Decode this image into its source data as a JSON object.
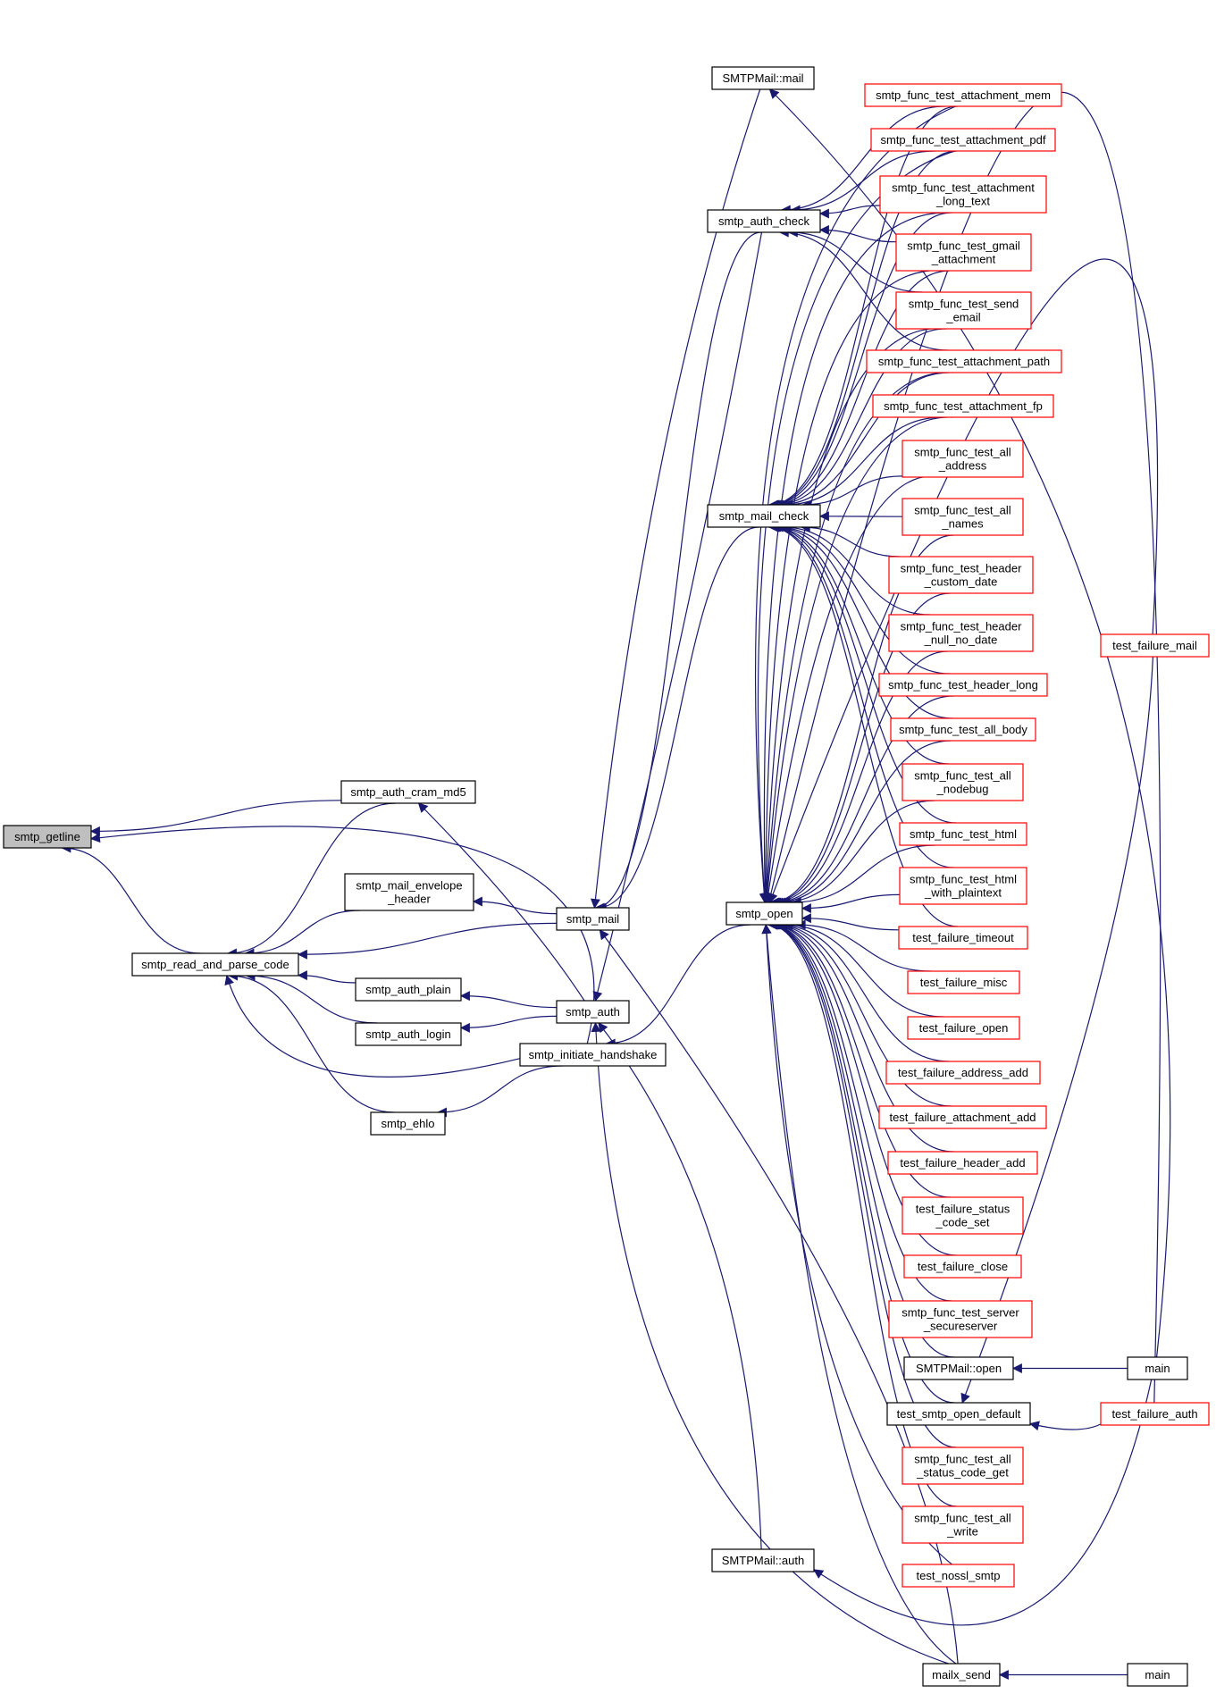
{
  "diagram": {
    "colors": {
      "edge": "#191970",
      "focus_fill": "#bfbfbf",
      "node_border": "#000000",
      "truncated_border": "#ff0000",
      "node_fill": "#ffffff"
    },
    "nodes": [
      {
        "id": "smtp_getline",
        "lines": [
          "smtp_getline"
        ],
        "style": "focus"
      },
      {
        "id": "smtp_auth_cram_md5",
        "lines": [
          "smtp_auth_cram_md5"
        ],
        "style": "normal"
      },
      {
        "id": "smtp_read_and_parse_code",
        "lines": [
          "smtp_read_and_parse_code"
        ],
        "style": "normal"
      },
      {
        "id": "smtp_initiate_handshake",
        "lines": [
          "smtp_initiate_handshake"
        ],
        "style": "normal"
      },
      {
        "id": "smtp_mail_envelope_header",
        "lines": [
          "smtp_mail_envelope",
          "_header"
        ],
        "style": "normal"
      },
      {
        "id": "smtp_auth_plain",
        "lines": [
          "smtp_auth_plain"
        ],
        "style": "normal"
      },
      {
        "id": "smtp_auth_login",
        "lines": [
          "smtp_auth_login"
        ],
        "style": "normal"
      },
      {
        "id": "smtp_ehlo",
        "lines": [
          "smtp_ehlo"
        ],
        "style": "normal"
      },
      {
        "id": "smtp_mail",
        "lines": [
          "smtp_mail"
        ],
        "style": "normal"
      },
      {
        "id": "smtp_auth",
        "lines": [
          "smtp_auth"
        ],
        "style": "normal"
      },
      {
        "id": "SMTPMail_mail",
        "lines": [
          "SMTPMail::mail"
        ],
        "style": "normal"
      },
      {
        "id": "smtp_auth_check",
        "lines": [
          "smtp_auth_check"
        ],
        "style": "normal"
      },
      {
        "id": "smtp_mail_check",
        "lines": [
          "smtp_mail_check"
        ],
        "style": "normal"
      },
      {
        "id": "smtp_open",
        "lines": [
          "smtp_open"
        ],
        "style": "normal"
      },
      {
        "id": "SMTPMail_auth",
        "lines": [
          "SMTPMail::auth"
        ],
        "style": "normal"
      },
      {
        "id": "mailx_send",
        "lines": [
          "mailx_send"
        ],
        "style": "normal"
      },
      {
        "id": "t_att_mem",
        "lines": [
          "smtp_func_test_attachment_mem"
        ],
        "style": "truncated"
      },
      {
        "id": "t_att_pdf",
        "lines": [
          "smtp_func_test_attachment_pdf"
        ],
        "style": "truncated"
      },
      {
        "id": "t_att_long",
        "lines": [
          "smtp_func_test_attachment",
          "_long_text"
        ],
        "style": "truncated"
      },
      {
        "id": "t_gmail",
        "lines": [
          "smtp_func_test_gmail",
          "_attachment"
        ],
        "style": "truncated"
      },
      {
        "id": "t_send",
        "lines": [
          "smtp_func_test_send",
          "_email"
        ],
        "style": "truncated"
      },
      {
        "id": "t_att_path",
        "lines": [
          "smtp_func_test_attachment_path"
        ],
        "style": "truncated"
      },
      {
        "id": "t_att_fp",
        "lines": [
          "smtp_func_test_attachment_fp"
        ],
        "style": "truncated"
      },
      {
        "id": "t_all_addr",
        "lines": [
          "smtp_func_test_all",
          "_address"
        ],
        "style": "truncated"
      },
      {
        "id": "t_all_names",
        "lines": [
          "smtp_func_test_all",
          "_names"
        ],
        "style": "truncated"
      },
      {
        "id": "t_hdr_custom",
        "lines": [
          "smtp_func_test_header",
          "_custom_date"
        ],
        "style": "truncated"
      },
      {
        "id": "t_hdr_null",
        "lines": [
          "smtp_func_test_header",
          "_null_no_date"
        ],
        "style": "truncated"
      },
      {
        "id": "t_hdr_long",
        "lines": [
          "smtp_func_test_header_long"
        ],
        "style": "truncated"
      },
      {
        "id": "t_all_body",
        "lines": [
          "smtp_func_test_all_body"
        ],
        "style": "truncated"
      },
      {
        "id": "t_all_nodebug",
        "lines": [
          "smtp_func_test_all",
          "_nodebug"
        ],
        "style": "truncated"
      },
      {
        "id": "t_html",
        "lines": [
          "smtp_func_test_html"
        ],
        "style": "truncated"
      },
      {
        "id": "t_html_plain",
        "lines": [
          "smtp_func_test_html",
          "_with_plaintext"
        ],
        "style": "truncated"
      },
      {
        "id": "tf_timeout",
        "lines": [
          "test_failure_timeout"
        ],
        "style": "truncated"
      },
      {
        "id": "tf_misc",
        "lines": [
          "test_failure_misc"
        ],
        "style": "truncated"
      },
      {
        "id": "tf_open",
        "lines": [
          "test_failure_open"
        ],
        "style": "truncated"
      },
      {
        "id": "tf_addr_add",
        "lines": [
          "test_failure_address_add"
        ],
        "style": "truncated"
      },
      {
        "id": "tf_att_add",
        "lines": [
          "test_failure_attachment_add"
        ],
        "style": "truncated"
      },
      {
        "id": "tf_hdr_add",
        "lines": [
          "test_failure_header_add"
        ],
        "style": "truncated"
      },
      {
        "id": "tf_status",
        "lines": [
          "test_failure_status",
          "_code_set"
        ],
        "style": "truncated"
      },
      {
        "id": "tf_close",
        "lines": [
          "test_failure_close"
        ],
        "style": "truncated"
      },
      {
        "id": "t_server",
        "lines": [
          "smtp_func_test_server",
          "_secureserver"
        ],
        "style": "truncated"
      },
      {
        "id": "SMTPMail_open",
        "lines": [
          "SMTPMail::open"
        ],
        "style": "normal"
      },
      {
        "id": "t_open_default",
        "lines": [
          "test_smtp_open_default"
        ],
        "style": "normal"
      },
      {
        "id": "t_status_get",
        "lines": [
          "smtp_func_test_all",
          "_status_code_get"
        ],
        "style": "truncated"
      },
      {
        "id": "t_all_write",
        "lines": [
          "smtp_func_test_all",
          "_write"
        ],
        "style": "truncated"
      },
      {
        "id": "t_nossl",
        "lines": [
          "test_nossl_smtp"
        ],
        "style": "truncated"
      },
      {
        "id": "tf_mail",
        "lines": [
          "test_failure_mail"
        ],
        "style": "truncated"
      },
      {
        "id": "main1",
        "lines": [
          "main"
        ],
        "style": "normal"
      },
      {
        "id": "tf_auth",
        "lines": [
          "test_failure_auth"
        ],
        "style": "truncated"
      },
      {
        "id": "main2",
        "lines": [
          "main"
        ],
        "style": "normal"
      }
    ],
    "edges": [
      [
        "smtp_auth_cram_md5",
        "smtp_getline"
      ],
      [
        "smtp_initiate_handshake",
        "smtp_getline"
      ],
      [
        "smtp_read_and_parse_code",
        "smtp_getline"
      ],
      [
        "smtp_auth_cram_md5",
        "smtp_read_and_parse_code"
      ],
      [
        "smtp_mail_envelope_header",
        "smtp_read_and_parse_code"
      ],
      [
        "smtp_mail",
        "smtp_read_and_parse_code"
      ],
      [
        "smtp_auth_plain",
        "smtp_read_and_parse_code"
      ],
      [
        "smtp_auth_login",
        "smtp_read_and_parse_code"
      ],
      [
        "smtp_initiate_handshake",
        "smtp_read_and_parse_code"
      ],
      [
        "smtp_ehlo",
        "smtp_read_and_parse_code"
      ],
      [
        "smtp_auth",
        "smtp_auth_cram_md5"
      ],
      [
        "smtp_mail",
        "smtp_mail_envelope_header"
      ],
      [
        "smtp_auth",
        "smtp_auth_plain"
      ],
      [
        "smtp_auth",
        "smtp_auth_login"
      ],
      [
        "smtp_initiate_handshake",
        "smtp_ehlo"
      ],
      [
        "SMTPMail_mail",
        "smtp_mail"
      ],
      [
        "smtp_auth_check",
        "smtp_mail"
      ],
      [
        "smtp_mail_check",
        "smtp_mail"
      ],
      [
        "mailx_send",
        "smtp_mail"
      ],
      [
        "smtp_auth_check",
        "smtp_auth"
      ],
      [
        "SMTPMail_auth",
        "smtp_auth"
      ],
      [
        "mailx_send",
        "smtp_auth"
      ],
      [
        "smtp_open",
        "smtp_initiate_handshake"
      ],
      [
        "main1",
        "SMTPMail_mail"
      ],
      [
        "t_att_mem",
        "smtp_auth_check"
      ],
      [
        "t_att_pdf",
        "smtp_auth_check"
      ],
      [
        "t_att_long",
        "smtp_auth_check"
      ],
      [
        "t_gmail",
        "smtp_auth_check"
      ],
      [
        "t_send",
        "smtp_auth_check"
      ],
      [
        "t_att_path",
        "smtp_auth_check"
      ],
      [
        "t_att_fp",
        "smtp_mail_check"
      ],
      [
        "t_all_addr",
        "smtp_mail_check"
      ],
      [
        "t_all_names",
        "smtp_mail_check"
      ],
      [
        "t_hdr_custom",
        "smtp_mail_check"
      ],
      [
        "t_hdr_null",
        "smtp_mail_check"
      ],
      [
        "t_hdr_long",
        "smtp_mail_check"
      ],
      [
        "t_all_body",
        "smtp_mail_check"
      ],
      [
        "t_all_nodebug",
        "smtp_mail_check"
      ],
      [
        "t_html",
        "smtp_mail_check"
      ],
      [
        "t_html_plain",
        "smtp_mail_check"
      ],
      [
        "t_att_mem",
        "smtp_mail_check"
      ],
      [
        "t_att_pdf",
        "smtp_mail_check"
      ],
      [
        "t_att_long",
        "smtp_mail_check"
      ],
      [
        "t_gmail",
        "smtp_mail_check"
      ],
      [
        "t_send",
        "smtp_mail_check"
      ],
      [
        "t_att_path",
        "smtp_mail_check"
      ],
      [
        "tf_timeout",
        "smtp_mail_check"
      ],
      [
        "t_att_mem",
        "smtp_open"
      ],
      [
        "t_att_pdf",
        "smtp_open"
      ],
      [
        "t_att_long",
        "smtp_open"
      ],
      [
        "t_gmail",
        "smtp_open"
      ],
      [
        "t_send",
        "smtp_open"
      ],
      [
        "t_att_path",
        "smtp_open"
      ],
      [
        "t_att_fp",
        "smtp_open"
      ],
      [
        "t_all_addr",
        "smtp_open"
      ],
      [
        "t_all_names",
        "smtp_open"
      ],
      [
        "t_hdr_custom",
        "smtp_open"
      ],
      [
        "t_hdr_null",
        "smtp_open"
      ],
      [
        "t_hdr_long",
        "smtp_open"
      ],
      [
        "t_all_body",
        "smtp_open"
      ],
      [
        "t_all_nodebug",
        "smtp_open"
      ],
      [
        "t_html",
        "smtp_open"
      ],
      [
        "t_html_plain",
        "smtp_open"
      ],
      [
        "tf_timeout",
        "smtp_open"
      ],
      [
        "tf_misc",
        "smtp_open"
      ],
      [
        "tf_open",
        "smtp_open"
      ],
      [
        "tf_addr_add",
        "smtp_open"
      ],
      [
        "tf_att_add",
        "smtp_open"
      ],
      [
        "tf_hdr_add",
        "smtp_open"
      ],
      [
        "tf_status",
        "smtp_open"
      ],
      [
        "tf_close",
        "smtp_open"
      ],
      [
        "t_server",
        "smtp_open"
      ],
      [
        "SMTPMail_open",
        "smtp_open"
      ],
      [
        "t_open_default",
        "smtp_open"
      ],
      [
        "t_status_get",
        "smtp_open"
      ],
      [
        "t_all_write",
        "smtp_open"
      ],
      [
        "t_nossl",
        "smtp_open"
      ],
      [
        "mailx_send",
        "smtp_open"
      ],
      [
        "tf_mail",
        "smtp_open"
      ],
      [
        "tf_auth",
        "smtp_open"
      ],
      [
        "main1",
        "SMTPMail_open"
      ],
      [
        "tf_mail",
        "t_open_default"
      ],
      [
        "tf_auth",
        "t_open_default"
      ],
      [
        "main1",
        "SMTPMail_auth"
      ],
      [
        "main2",
        "mailx_send"
      ]
    ]
  }
}
